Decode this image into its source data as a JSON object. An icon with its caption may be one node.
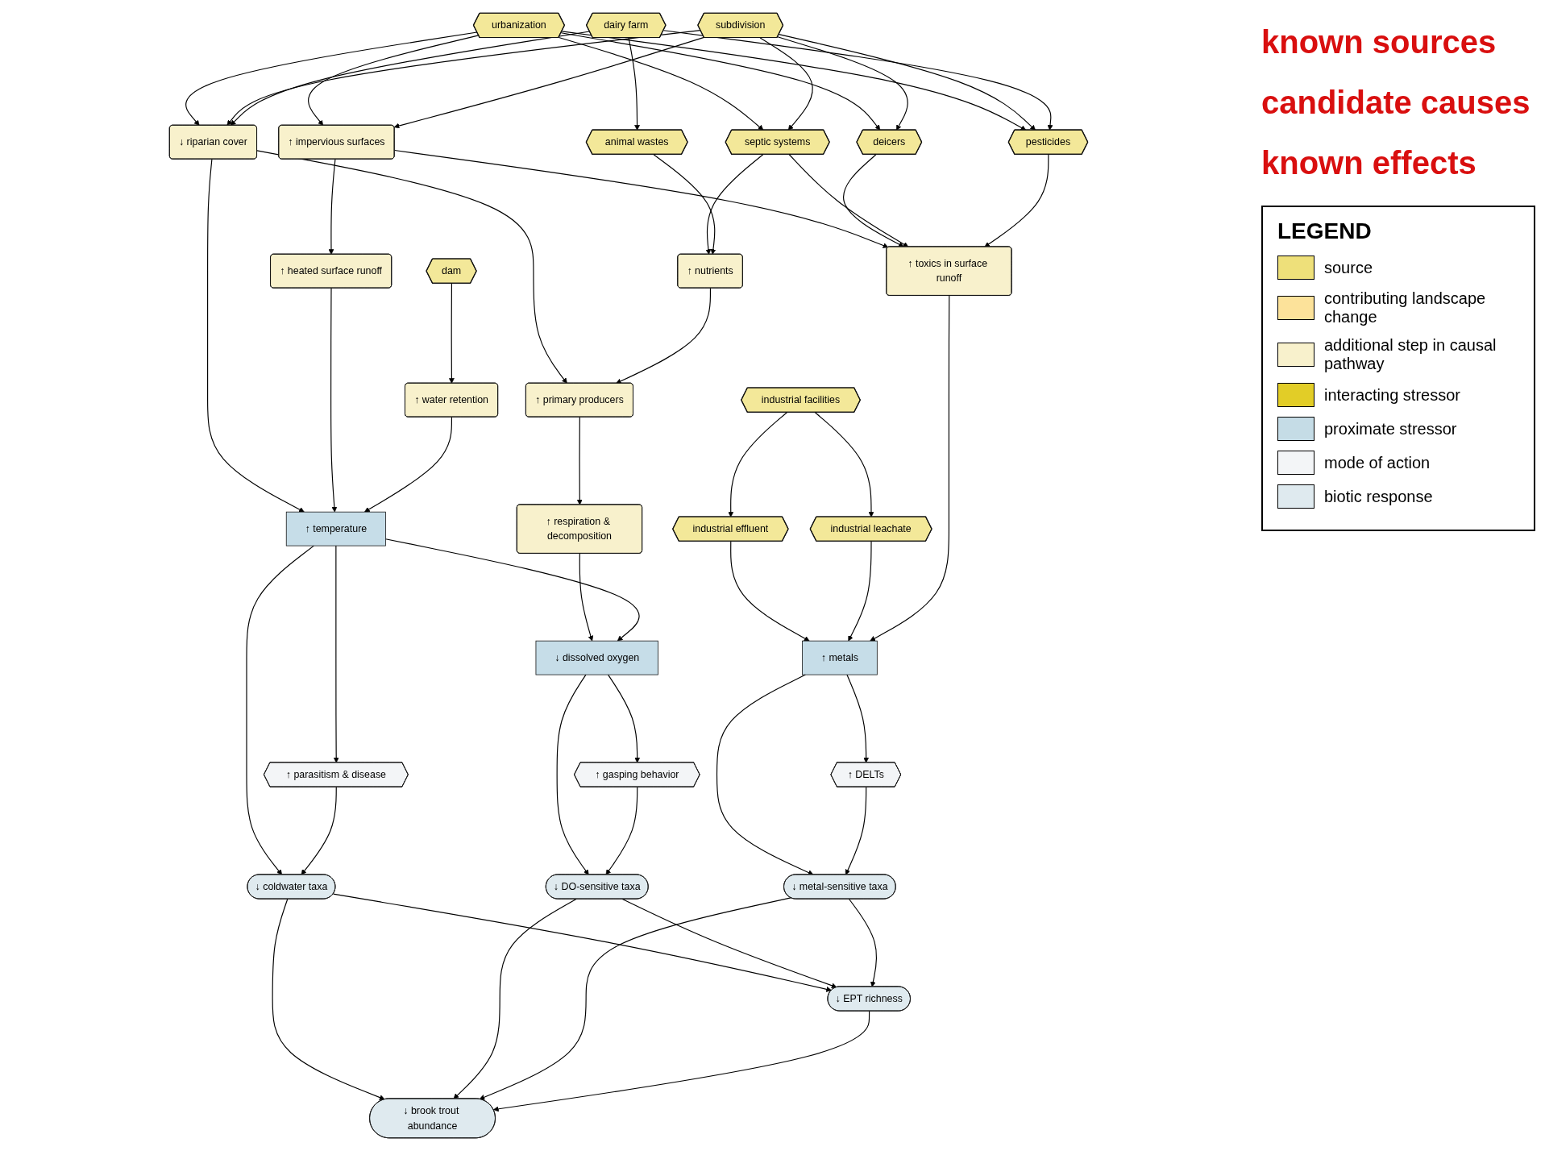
{
  "diagram": {
    "nodes": [
      {
        "text": [
          "urbanization"
        ]
      },
      {
        "text": [
          "subdivision"
        ]
      },
      {
        "text": [
          "dairy farm"
        ]
      },
      {
        "text": [
          "dam"
        ]
      },
      {
        "text": [
          "↑ impervious surfaces"
        ]
      },
      {
        "text": [
          "deicers"
        ]
      },
      {
        "text": [
          "septic systems"
        ]
      },
      {
        "text": [
          "pesticides"
        ]
      },
      {
        "text": [
          "animal wastes"
        ]
      },
      {
        "text": [
          "industrial facilities"
        ]
      },
      {
        "text": [
          "industrial effluent"
        ]
      },
      {
        "text": [
          "industrial leachate"
        ]
      },
      {
        "text": [
          "↓ riparian cover"
        ]
      },
      {
        "text": [
          "↑ nutrients"
        ]
      },
      {
        "text": [
          "↑ toxics in surface runoff"
        ]
      },
      {
        "text": [
          "↑ metals"
        ]
      },
      {
        "text": [
          "↑ heated surface runoff"
        ]
      },
      {
        "text": [
          "↑ primary producers"
        ]
      },
      {
        "text": [
          "↑ water retention"
        ]
      },
      {
        "text": [
          "↑ respiration & decomposition"
        ]
      },
      {
        "text": [
          "↑ temperature"
        ]
      },
      {
        "text": [
          "↓ dissolved oxygen"
        ]
      },
      {
        "text": [
          "↑ parasitism & disease"
        ]
      },
      {
        "text": [
          "↑ gasping behavior"
        ]
      },
      {
        "text": [
          "↑ DELTs"
        ]
      },
      {
        "text": [
          "↓ coldwater taxa"
        ]
      },
      {
        "text": [
          "↓ DO-sensitive taxa"
        ]
      },
      {
        "text": [
          "↓ metal-sensitive taxa"
        ]
      },
      {
        "text": [
          "↓ EPT richness"
        ]
      },
      {
        "text": [
          "↓ brook trout abundance"
        ]
      }
    ],
    "edges": [
      {
        "from": 0,
        "to": 4,
        "arrow": "to"
      },
      {
        "from": 0,
        "to": 5,
        "arrow": "to"
      },
      {
        "from": 0,
        "to": 6,
        "arrow": "to"
      },
      {
        "from": 0,
        "to": 7,
        "arrow": "to"
      },
      {
        "from": 0,
        "to": 12,
        "arrow": "to"
      },
      {
        "from": 1,
        "to": 4,
        "arrow": "to"
      },
      {
        "from": 1,
        "to": 5,
        "arrow": "to"
      },
      {
        "from": 1,
        "to": 6,
        "arrow": "to"
      },
      {
        "from": 1,
        "to": 7,
        "arrow": "to"
      },
      {
        "from": 1,
        "to": 12,
        "arrow": "to"
      },
      {
        "from": 2,
        "to": 12,
        "arrow": "to"
      },
      {
        "from": 2,
        "to": 7,
        "arrow": "to"
      },
      {
        "from": 2,
        "to": 8,
        "arrow": "to"
      },
      {
        "from": 3,
        "to": 18,
        "arrow": "to"
      },
      {
        "from": 4,
        "to": 16,
        "arrow": "to"
      },
      {
        "from": 4,
        "to": 14,
        "arrow": "to"
      },
      {
        "from": 5,
        "to": 14,
        "arrow": "to"
      },
      {
        "from": 6,
        "to": 14,
        "arrow": "to"
      },
      {
        "from": 7,
        "to": 14,
        "arrow": "to"
      },
      {
        "from": 6,
        "to": 13,
        "arrow": "to"
      },
      {
        "from": 8,
        "to": 13,
        "arrow": "to"
      },
      {
        "from": 9,
        "to": 10,
        "arrow": "to"
      },
      {
        "from": 9,
        "to": 11,
        "arrow": "to"
      },
      {
        "from": 10,
        "to": 15,
        "arrow": "to"
      },
      {
        "from": 11,
        "to": 15,
        "arrow": "to"
      },
      {
        "from": 14,
        "to": 15,
        "arrow": "to"
      },
      {
        "from": 12,
        "to": 20,
        "arrow": "to"
      },
      {
        "from": 12,
        "to": 17,
        "arrow": "to"
      },
      {
        "from": 13,
        "to": 17,
        "arrow": "to"
      },
      {
        "from": 16,
        "to": 20,
        "arrow": "to"
      },
      {
        "from": 18,
        "to": 20,
        "arrow": "to"
      },
      {
        "from": 17,
        "to": 19,
        "arrow": "to"
      },
      {
        "from": 19,
        "to": 21,
        "arrow": "to"
      },
      {
        "from": 20,
        "to": 21,
        "arrow": "to"
      },
      {
        "from": 20,
        "to": 22,
        "arrow": "to"
      },
      {
        "from": 20,
        "to": 25,
        "arrow": "to"
      },
      {
        "from": 22,
        "to": 25,
        "arrow": "to"
      },
      {
        "from": 21,
        "to": 26,
        "arrow": "to"
      },
      {
        "from": 21,
        "to": 23,
        "arrow": "to"
      },
      {
        "from": 23,
        "to": 26,
        "arrow": "to"
      },
      {
        "from": 15,
        "to": 27,
        "arrow": "to"
      },
      {
        "from": 15,
        "to": 24,
        "arrow": "to"
      },
      {
        "from": 24,
        "to": 27,
        "arrow": "to"
      },
      {
        "from": 25,
        "to": 28,
        "arrow": "to"
      },
      {
        "from": 25,
        "to": 29,
        "arrow": "to"
      },
      {
        "from": 26,
        "to": 28,
        "arrow": "to"
      },
      {
        "from": 26,
        "to": 29,
        "arrow": "to"
      },
      {
        "from": 27,
        "to": 28,
        "arrow": "to"
      },
      {
        "from": 27,
        "to": 29,
        "arrow": "to"
      },
      {
        "from": 28,
        "to": 29,
        "arrow": "to"
      }
    ],
    "labels": [
      "known sources",
      "candidate causes",
      "known effects",
      "LEGEND"
    ],
    "legend": [
      {
        "text": "source",
        "color": "#eee07a"
      },
      {
        "text": "contributing landscape change",
        "color": "#fce29a"
      },
      {
        "text": "additional step in causal pathway",
        "color": "#f8f1cc"
      },
      {
        "text": "interacting stressor",
        "color": "#e2cd27"
      },
      {
        "text": "proximate stressor",
        "color": "#c5dce6"
      },
      {
        "text": "mode of action",
        "color": "#f3f5f7"
      },
      {
        "text": "biotic response",
        "color": "#dfeaef"
      }
    ]
  }
}
